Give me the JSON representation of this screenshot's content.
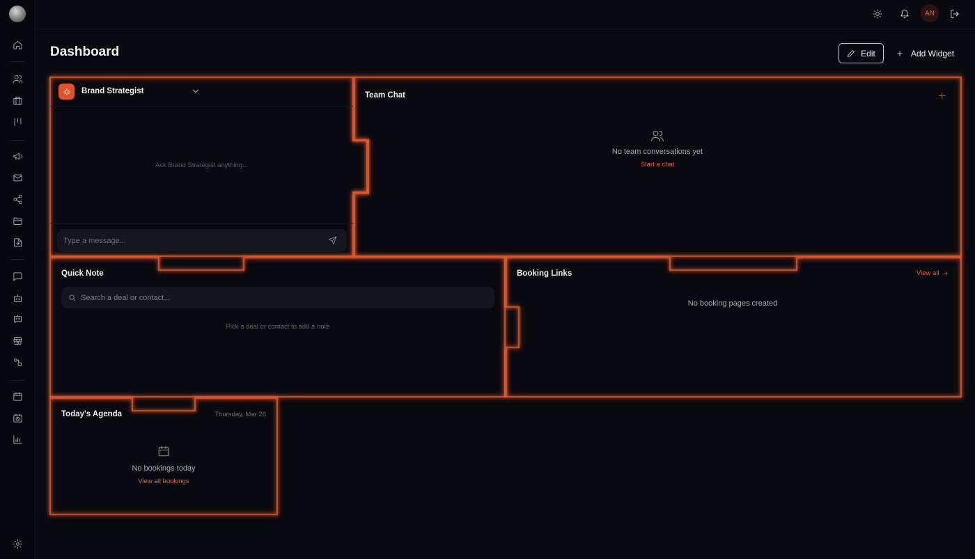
{
  "header": {
    "title": "Dashboard",
    "edit_label": "Edit",
    "add_widget_label": "Add Widget",
    "avatar_initials": "AN"
  },
  "sidebar": {
    "icons": [
      "home-icon",
      "users-icon",
      "briefcase-icon",
      "pipeline-icon",
      "megaphone-icon",
      "mail-icon",
      "share-icon",
      "folder-icon",
      "file-import-icon",
      "chat-icon",
      "bot-icon",
      "bot-chat-icon",
      "store-icon",
      "integrations-icon",
      "calendar-icon",
      "calendar-clock-icon",
      "chart-icon",
      "settings-icon"
    ]
  },
  "brand_strategist": {
    "title": "Brand Strategist",
    "hint": "Ask Brand Strategist anything...",
    "input_placeholder": "Type a message..."
  },
  "team_chat": {
    "title": "Team Chat",
    "empty_text": "No team conversations yet",
    "link_text": "Start a chat"
  },
  "quick_note": {
    "title": "Quick Note",
    "search_placeholder": "Search a deal or contact...",
    "hint": "Pick a deal or contact to add a note"
  },
  "booking_links": {
    "title": "Booking Links",
    "view_all": "View all",
    "empty_text": "No booking pages created"
  },
  "agenda": {
    "title": "Today's Agenda",
    "date": "Thursday, Mar 26",
    "empty_text": "No bookings today",
    "link_text": "View all bookings"
  },
  "colors": {
    "accent": "#e3643a",
    "outline": "#e05a2e",
    "background": "#080a10"
  }
}
